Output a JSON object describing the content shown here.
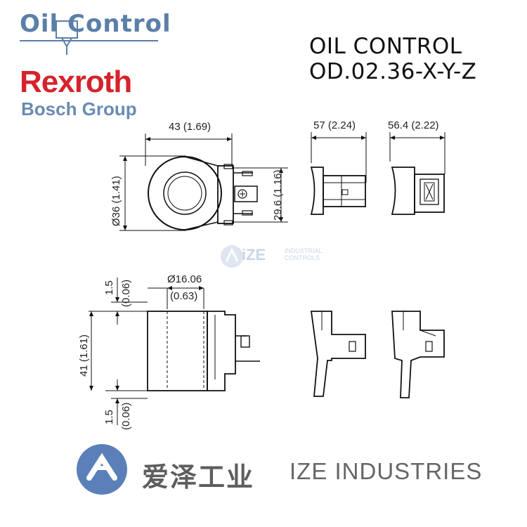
{
  "logos": {
    "oil_control": "Oil Control",
    "rexroth": "Rexroth",
    "bosch_group": "Bosch Group",
    "ize_chinese": "爱泽工业",
    "ize_english": "IZE INDUSTRIES",
    "watermark_main": "iZE",
    "watermark_sub_1": "INDUSTRIAL",
    "watermark_sub_2": "CONTROLS"
  },
  "title": {
    "line1": "OIL CONTROL",
    "line2": "OD.02.36-X-Y-Z"
  },
  "dimensions": {
    "width_top": "43 (1.69)",
    "diameter": "Ø36 (1.41)",
    "height_right": "29.6 (1.16)",
    "side_width_1": "57 (2.24)",
    "side_width_2": "56.4 (2.22)",
    "bore_dia": "Ø16.06",
    "bore_dia_in": "(0.63)",
    "top_offset": "1.5",
    "top_offset_in": "(0.06)",
    "height_left": "41 (1.61)",
    "bottom_offset": "1.5",
    "bottom_offset_in": "(0.06)"
  },
  "colors": {
    "rexroth_red": "#d6232b",
    "bosch_blue": "#6a8bb0",
    "oil_control_blue": "#5b7fa8"
  }
}
